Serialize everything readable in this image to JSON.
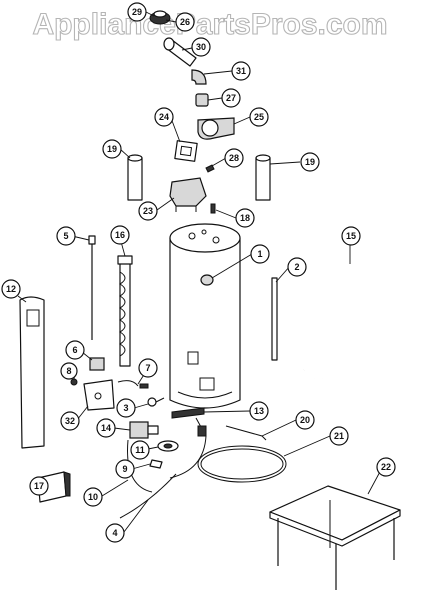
{
  "watermark": "AppliancePartsPros.com",
  "callouts": [
    {
      "id": "c29",
      "label": "29"
    },
    {
      "id": "c26",
      "label": "26"
    },
    {
      "id": "c30",
      "label": "30"
    },
    {
      "id": "c31",
      "label": "31"
    },
    {
      "id": "c27",
      "label": "27"
    },
    {
      "id": "c24",
      "label": "24"
    },
    {
      "id": "c25",
      "label": "25"
    },
    {
      "id": "c19a",
      "label": "19"
    },
    {
      "id": "c28",
      "label": "28"
    },
    {
      "id": "c19b",
      "label": "19"
    },
    {
      "id": "c23",
      "label": "23"
    },
    {
      "id": "c18",
      "label": "18"
    },
    {
      "id": "c5",
      "label": "5"
    },
    {
      "id": "c16",
      "label": "16"
    },
    {
      "id": "c1",
      "label": "1"
    },
    {
      "id": "c15",
      "label": "15"
    },
    {
      "id": "c2",
      "label": "2"
    },
    {
      "id": "c12",
      "label": "12"
    },
    {
      "id": "c6",
      "label": "6"
    },
    {
      "id": "c8",
      "label": "8"
    },
    {
      "id": "c7",
      "label": "7"
    },
    {
      "id": "c3",
      "label": "3"
    },
    {
      "id": "c32",
      "label": "32"
    },
    {
      "id": "c13",
      "label": "13"
    },
    {
      "id": "c14",
      "label": "14"
    },
    {
      "id": "c20",
      "label": "20"
    },
    {
      "id": "c11",
      "label": "11"
    },
    {
      "id": "c9",
      "label": "9"
    },
    {
      "id": "c21",
      "label": "21"
    },
    {
      "id": "c17",
      "label": "17"
    },
    {
      "id": "c10",
      "label": "10"
    },
    {
      "id": "c22",
      "label": "22"
    },
    {
      "id": "c4",
      "label": "4"
    }
  ]
}
